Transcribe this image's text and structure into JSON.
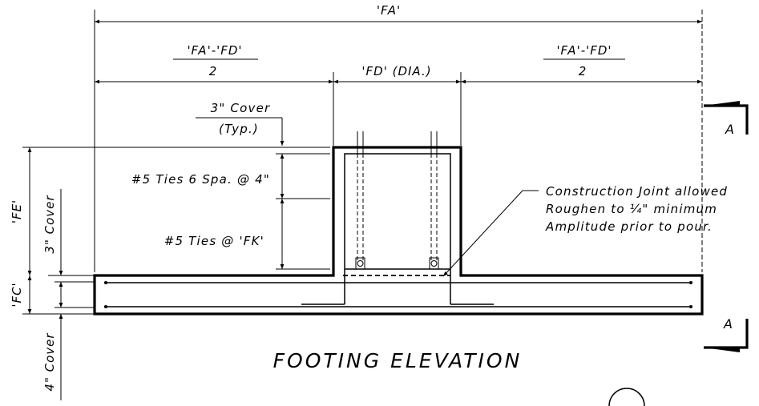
{
  "dims": {
    "fa": "'FA'",
    "fa_fd": "'FA'-'FD'",
    "half": "2",
    "fd_dia": "'FD' (DIA.)",
    "fe": "'FE'",
    "fc": "'FC'",
    "cover3_vert": "3\" Cover",
    "cover4_vert": "4\" Cover"
  },
  "notes": {
    "cover_line1": "3\" Cover",
    "cover_line2": "(Typ.)",
    "ties_top": "#5 Ties 6 Spa. @ 4\"",
    "ties_bottom": "#5 Ties @ 'FK'",
    "joint_line1": "Construction Joint allowed",
    "joint_line2_a": "Roughen to ",
    "joint_frac": "¼",
    "joint_line2_b": "\" minimum",
    "joint_line3": "Amplitude prior to pour."
  },
  "section": {
    "label_top": "A",
    "label_bottom": "A"
  },
  "title": "FOOTING ELEVATION"
}
